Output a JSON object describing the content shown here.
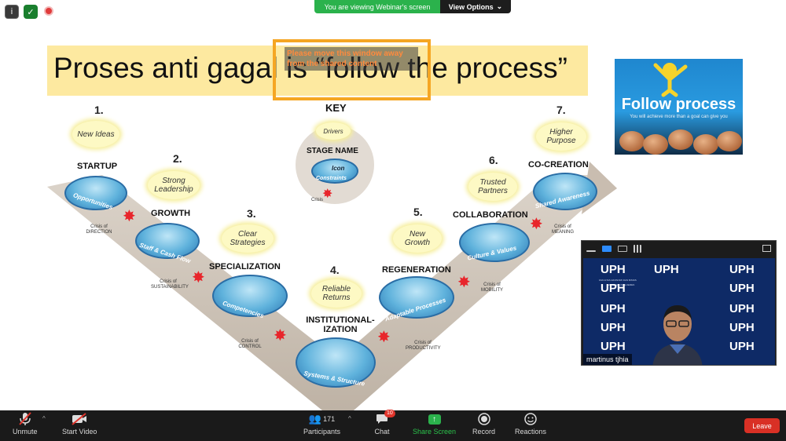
{
  "banner": {
    "viewing_text": "You are viewing Webinar's screen",
    "view_options": "View Options",
    "caret": "⌄"
  },
  "slide": {
    "title": "Proses anti gagal is  “follow the process”",
    "warning": "Please move this window away from the shared content"
  },
  "diagram": {
    "key": {
      "label": "KEY",
      "drivers": "Drivers",
      "stage_name": "STAGE NAME",
      "icon": "Icon",
      "constraints": "Constraints",
      "crisis": "Crisis"
    },
    "stages": [
      {
        "number": "1.",
        "driver": "New Ideas",
        "name": "STARTUP",
        "constraint": "Opportunities",
        "crisis": "Crisis of DIRECTION"
      },
      {
        "number": "2.",
        "driver": "Strong Leadership",
        "name": "GROWTH",
        "constraint": "Staff & Cash Flow",
        "crisis": "Crisis of SUSTAINABILITY"
      },
      {
        "number": "3.",
        "driver": "Clear Strategies",
        "name": "SPECIALIZATION",
        "constraint": "Competencies",
        "crisis": "Crisis of CONTROL"
      },
      {
        "number": "4.",
        "driver": "Reliable Returns",
        "name": "INSTITUTIONAL-IZATION",
        "constraint": "Systems & Structure",
        "crisis": "Crisis of PRODUCTIVITY"
      },
      {
        "number": "5.",
        "driver": "New Growth",
        "name": "REGENERATION",
        "constraint": "Adaptable Processes",
        "crisis": "Crisis of MOBILITY"
      },
      {
        "number": "6.",
        "driver": "Trusted Partners",
        "name": "COLLABORATION",
        "constraint": "Culture & Values",
        "crisis": "Crisis of MEANING"
      },
      {
        "number": "7.",
        "driver": "Higher Purpose",
        "name": "CO-CREATION",
        "constraint": "Shared Awareness"
      }
    ]
  },
  "follow_image": {
    "title": "Follow process",
    "subtitle": "You will achieve more than a goal can give you"
  },
  "video": {
    "participant_name": "martinus tjhia",
    "logo_text": "UPH",
    "logo_sub": "FAKULTAS EKONOMI DAN BISNIS",
    "logo_sub2": "MAGISTER MANAJEMEN"
  },
  "toolbar": {
    "unmute": "Unmute",
    "start_video": "Start Video",
    "participants": "Participants",
    "participants_count": "171",
    "chat": "Chat",
    "chat_badge": "10",
    "share_screen": "Share Screen",
    "record": "Record",
    "reactions": "Reactions",
    "leave": "Leave"
  },
  "colors": {
    "accent_green": "#2bb24c",
    "leave_red": "#d93025",
    "title_band": "#fde9a0",
    "warning_orange": "#f5a623"
  }
}
